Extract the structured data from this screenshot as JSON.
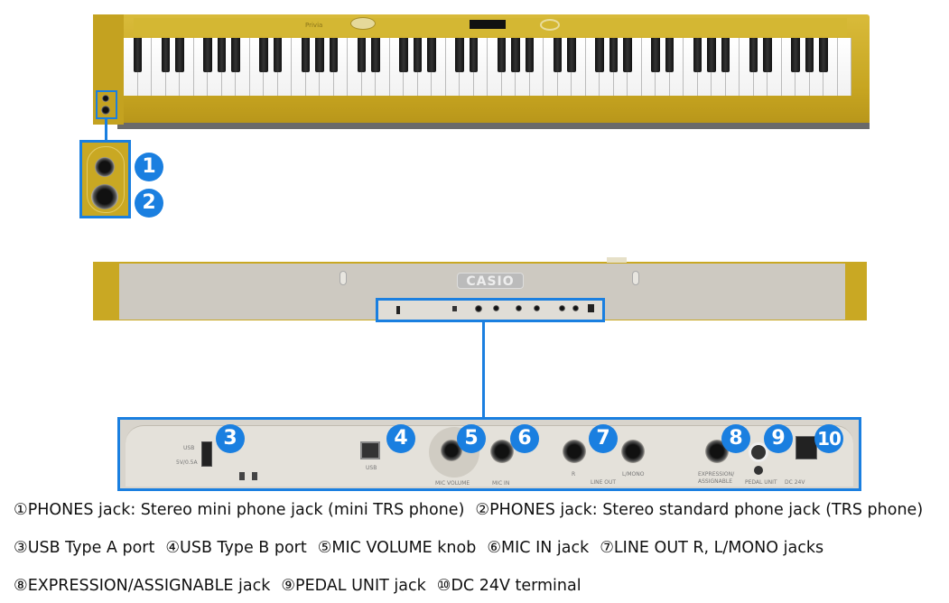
{
  "front_view": {
    "panel_brand": "Privia",
    "callouts": [
      "1",
      "2"
    ]
  },
  "rear_view": {
    "logo": "CASIO"
  },
  "connector_panel": {
    "labels": {
      "usb_a": "USB",
      "usb_a_rating": "5V/0.5A",
      "usb_b": "USB",
      "mic_volume": "MIC VOLUME",
      "mic_in": "MIC IN",
      "line_out_r": "R",
      "line_out": "LINE OUT",
      "line_out_l": "L/MONO",
      "expression": "EXPRESSION/",
      "assignable": "ASSIGNABLE",
      "pedal_unit": "PEDAL UNIT",
      "dc": "DC 24V"
    },
    "callouts": [
      "3",
      "4",
      "5",
      "6",
      "7",
      "8",
      "9",
      "10"
    ]
  },
  "captions": {
    "c1": "①PHONES jack: Stereo mini phone jack (mini TRS phone)",
    "c2": "②PHONES jack: Stereo standard phone jack (TRS phone)",
    "c3": "③USB Type A port",
    "c4": "④USB Type B port",
    "c5": "⑤MIC VOLUME knob",
    "c6": "⑥MIC IN jack",
    "c7": "⑦LINE OUT R, L/MONO jacks",
    "c8": "⑧EXPRESSION/ASSIGNABLE jack",
    "c9": "⑨PEDAL UNIT jack",
    "c10": "⑩DC 24V terminal"
  },
  "colors": {
    "accent": "#1a7fe0",
    "body": "#c9a823",
    "rear": "#cfccc4"
  }
}
